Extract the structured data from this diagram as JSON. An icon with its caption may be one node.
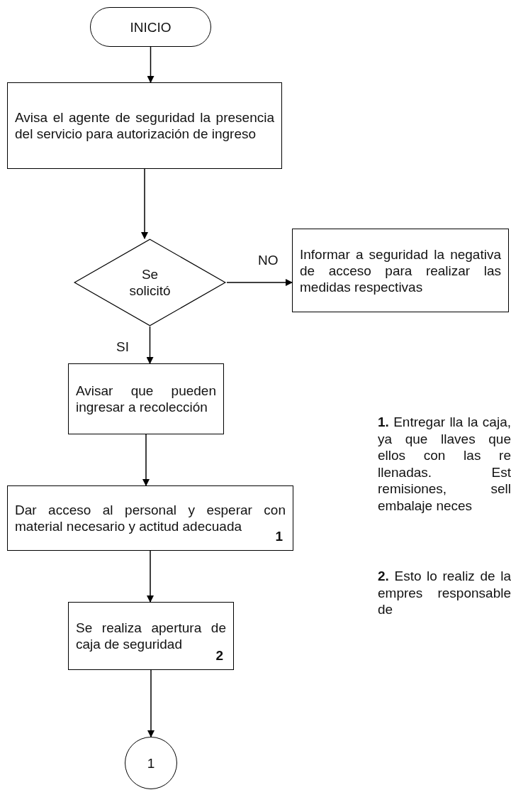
{
  "diagram": {
    "nodes": [
      {
        "text": [
          "INICIO"
        ]
      },
      {
        "text": [
          "Avisa el agente de seguridad la presencia del servicio para autorización de ingreso"
        ]
      },
      {
        "text": [
          "Se solicitó"
        ]
      },
      {
        "text": [
          "Informar a seguridad la negativa de acceso para realizar las medidas respectivas"
        ]
      },
      {
        "text": [
          "Avisar que pueden ingresar a recolección"
        ]
      },
      {
        "text": [
          "Dar acceso al personal y esperar con material necesario y actitud adecuada",
          "1"
        ]
      },
      {
        "text": [
          "Se realiza apertura de caja de seguridad",
          "2"
        ]
      },
      {
        "text": [
          "1"
        ]
      }
    ],
    "edges": [
      {
        "from": 0,
        "to": 1,
        "arrow": "to"
      },
      {
        "from": 1,
        "to": 2,
        "arrow": "to"
      },
      {
        "from": 2,
        "to": 3,
        "arrow": "to",
        "label": "NO"
      },
      {
        "from": 2,
        "to": 4,
        "arrow": "to",
        "label": "SI"
      },
      {
        "from": 4,
        "to": 5,
        "arrow": "to"
      },
      {
        "from": 5,
        "to": 6,
        "arrow": "to"
      },
      {
        "from": 6,
        "to": 7,
        "arrow": "to"
      }
    ],
    "labels": [
      "**1.** Entregar lla la caja, ya que llaves que ellos con las re llenadas. Est remisiones, sell embalaje neces",
      "**2.** Esto lo realiz de la empres responsable de"
    ]
  }
}
